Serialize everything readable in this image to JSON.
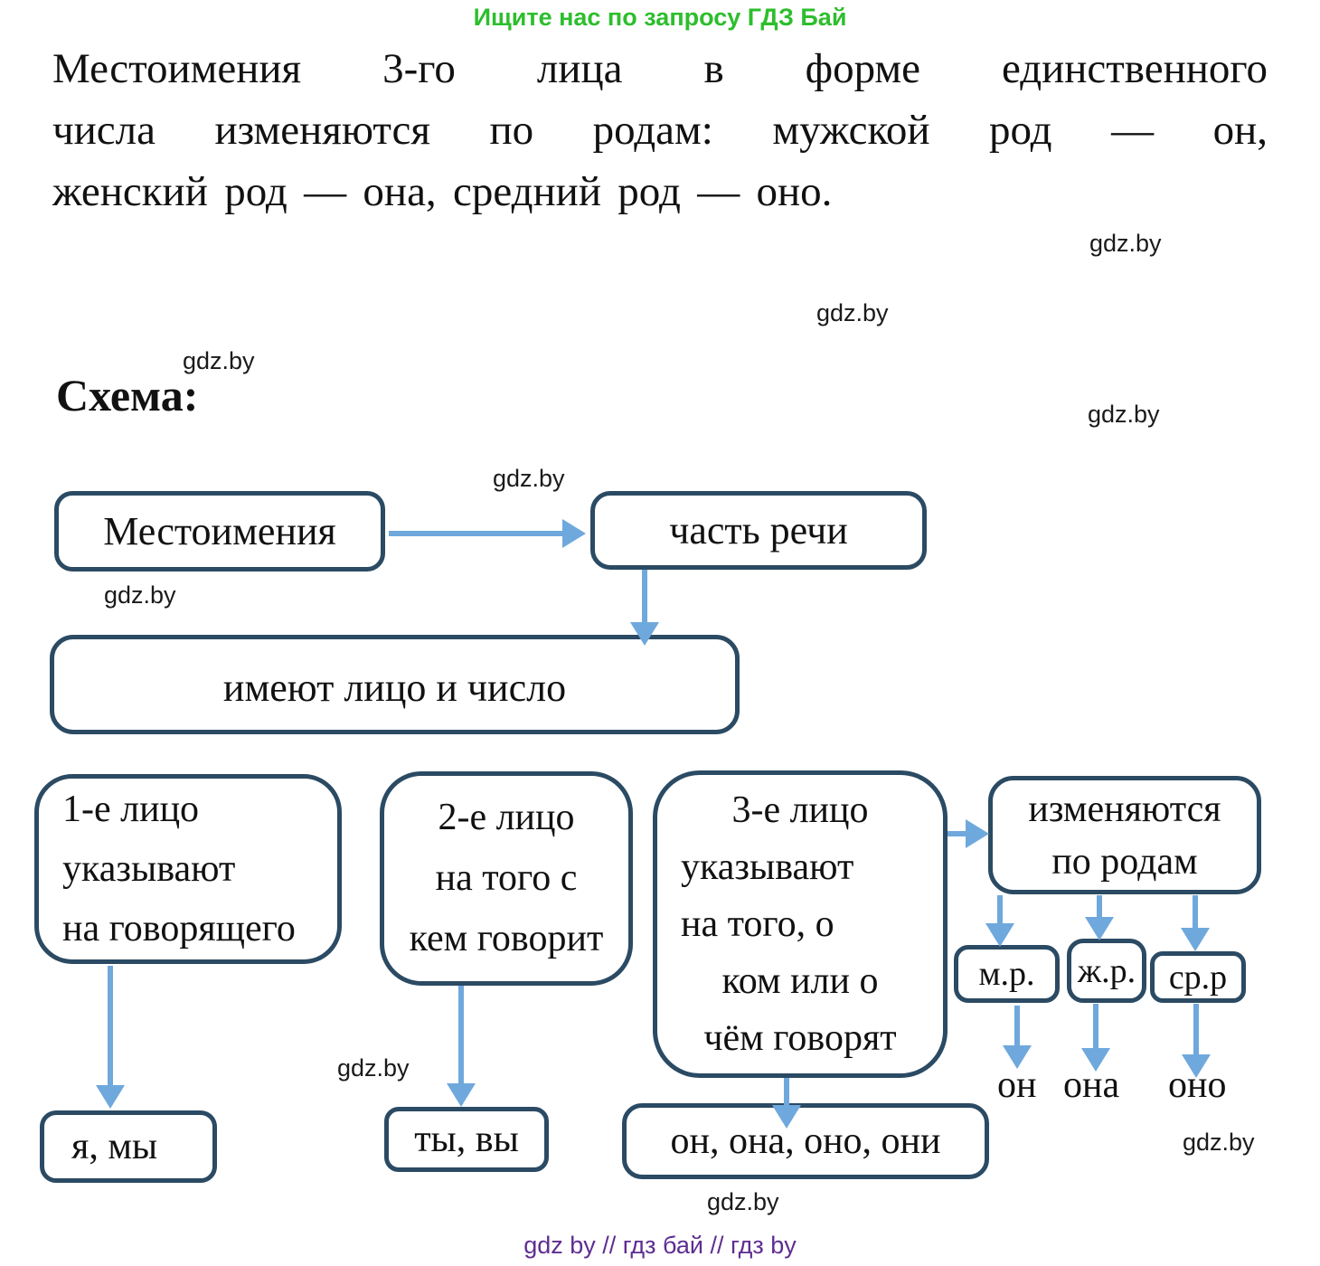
{
  "header": {
    "promo": "Ищите нас по запросу ГДЗ Бай"
  },
  "intro": {
    "lines": [
      "Местоимения 3-го лица в форме единственного",
      "числа изменяются по родам: мужской род — он,",
      "женский род — она, средний род — оно."
    ]
  },
  "schema_heading": "Схема:",
  "watermark": "gdz.by",
  "diagram": {
    "pronouns_label": "Местоимения",
    "part_of_speech_label": "часть речи",
    "person_number_label": "имеют лицо и число",
    "first_person": {
      "lines": [
        "1-е лицо",
        "указывают",
        "на говорящего"
      ]
    },
    "second_person": {
      "lines": [
        "2-е лицо",
        "на того с",
        "кем говорит"
      ]
    },
    "third_person": {
      "lines": [
        "3-е лицо",
        "указывают",
        "на того, о",
        "ком или о",
        "чём говорят"
      ]
    },
    "gender_change": {
      "lines": [
        "изменяются",
        "по родам"
      ]
    },
    "genders": {
      "masculine": "м.р.",
      "feminine": "ж.р.",
      "neuter": "ср.р"
    },
    "gender_examples": {
      "masculine": "он",
      "feminine": "она",
      "neuter": "оно"
    },
    "first_person_examples": "я, мы",
    "second_person_examples": "ты, вы",
    "third_person_examples": "он, она, оно, они"
  },
  "footer": {
    "credits": "gdz by  //  гдз бай  //  гдз by"
  },
  "colors": {
    "box_border": "#2b4a63",
    "arrow": "#6fa8dc",
    "promo_green": "#2dbe2d",
    "footer_purple": "#5e2d91"
  }
}
